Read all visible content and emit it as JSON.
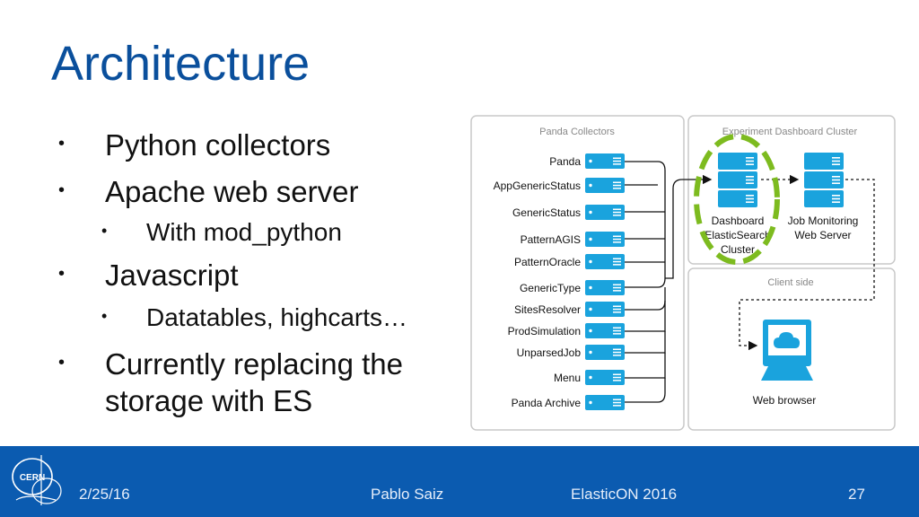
{
  "slide": {
    "title": "Architecture",
    "bullets": [
      {
        "level": 1,
        "text": "Python collectors"
      },
      {
        "level": 1,
        "text": "Apache web server"
      },
      {
        "level": 2,
        "text": "With mod_python"
      },
      {
        "level": 1,
        "text": "Javascript"
      },
      {
        "level": 2,
        "text": "Datatables, highcarts…"
      },
      {
        "level": 1,
        "text": "Currently replacing the"
      },
      {
        "level": 1,
        "text": "storage with ES"
      }
    ],
    "bullet_glyph": "•"
  },
  "diagram": {
    "collectors_title": "Panda Collectors",
    "collectors": [
      "Panda",
      "AppGenericStatus",
      "GenericStatus",
      "PatternAGIS",
      "PatternOracle",
      "GenericType",
      "SitesResolver",
      "ProdSimulation",
      "UnparsedJob",
      "Menu",
      "Panda Archive"
    ],
    "cluster_title": "Experiment Dashboard Cluster",
    "es_label": [
      "Dashboard",
      "ElasticSearch",
      "Cluster"
    ],
    "jm_label": [
      "Job Monitoring",
      "Web Server"
    ],
    "client_title": "Client side",
    "browser_label": "Web browser",
    "colors": {
      "server": "#1aa3dd",
      "highlight": "#7dbb1f",
      "panel_border": "#c9c9c9"
    }
  },
  "footer": {
    "date": "2/25/16",
    "author": "Pablo Saiz",
    "event": "ElasticON 2016",
    "page": "27",
    "logo_text": "CERN",
    "background": "#0b5bb0"
  }
}
